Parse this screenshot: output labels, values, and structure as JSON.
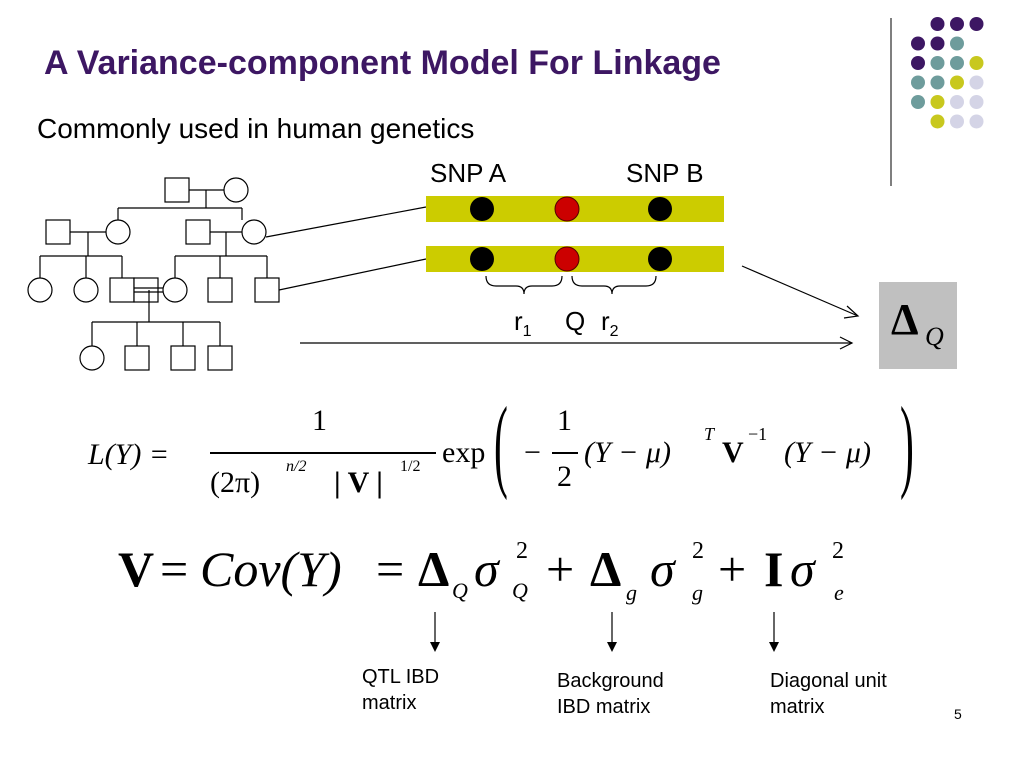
{
  "slide": {
    "title": "A Variance-component Model For Linkage",
    "subtitle": "Commonly used in human genetics",
    "page_number": "5"
  },
  "snp": {
    "label_a": "SNP A",
    "label_b": "SNP B",
    "r1": "r",
    "r1_sub": "1",
    "q": "Q",
    "r2": "r",
    "r2_sub": "2"
  },
  "delta_box": {
    "symbol": "Δ",
    "subscript": "Q"
  },
  "likelihood": {
    "lhs": "L(Y) =",
    "numerator": "1",
    "denominator": "(2π)",
    "den_exp": "n/2",
    "det": "| V |",
    "det_exp": "1/2",
    "exp": "exp",
    "minus": "−",
    "half_num": "1",
    "half_den": "2",
    "term1": "(Y − μ)",
    "term1_exp": "T",
    "vinv": "V",
    "vinv_exp": "−1",
    "term2": "(Y − μ)"
  },
  "covariance": {
    "lhs": "V",
    "eq1": "=",
    "cov": "Cov(Y)",
    "eq2": "=",
    "delta1": "Δ",
    "delta1_sub": "Q",
    "sigma1": "σ",
    "sigma1_sup": "2",
    "sigma1_sub": "Q",
    "plus1": "+",
    "delta2": "Δ",
    "delta2_sub": "g",
    "sigma2": "σ",
    "sigma2_sup": "2",
    "sigma2_sub": "g",
    "plus2": "+",
    "ident": "I",
    "sigma3": "σ",
    "sigma3_sup": "2",
    "sigma3_sub": "e"
  },
  "annotations": {
    "qtl": "QTL  IBD\nmatrix",
    "background": "Background\nIBD matrix",
    "diagonal": "Diagonal unit\nmatrix"
  },
  "colors": {
    "title": "#3d1763",
    "chromosome": "#cccc00",
    "marker": "#000000",
    "qtl_marker": "#cc0000",
    "dot_purple": "#3d1763",
    "dot_teal": "#6e9c9c",
    "dot_yellow": "#c8c81e",
    "dot_lavender": "#d4d4e6"
  }
}
